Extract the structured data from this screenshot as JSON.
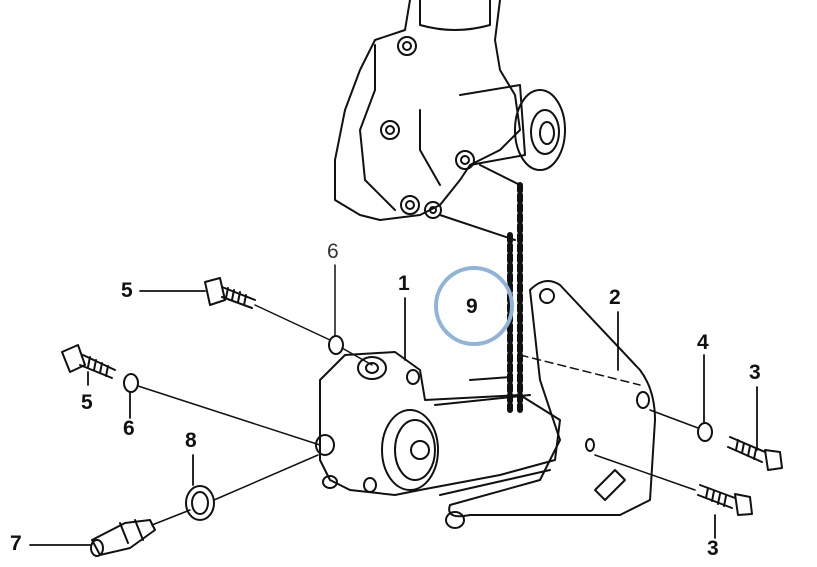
{
  "diagram": {
    "callouts": {
      "c1": "1",
      "c2": "2",
      "c3a": "3",
      "c3b": "3",
      "c4": "4",
      "c5a": "5",
      "c5b": "5",
      "c6a": "6",
      "c6b": "6",
      "c7": "7",
      "c8": "8",
      "c9": "9"
    },
    "highlight_color": "#8fb3d9"
  }
}
